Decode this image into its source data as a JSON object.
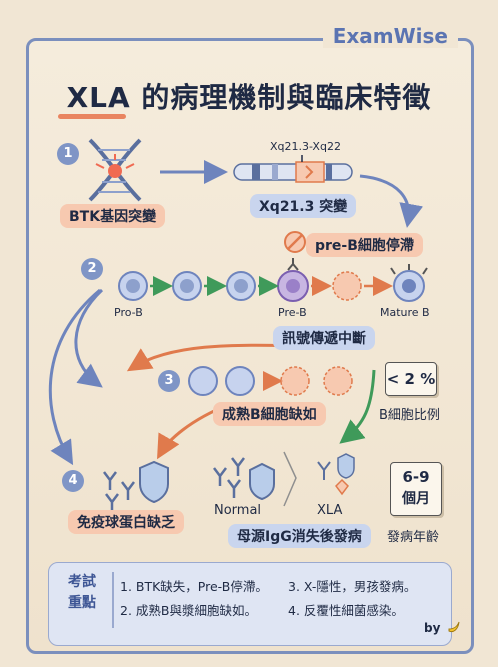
{
  "brand": "ExamWise",
  "title": "XLA 的病理機制與臨床特徵",
  "steps": [
    "1",
    "2",
    "3",
    "4"
  ],
  "step1": {
    "gene_label": "BTK基因突變",
    "locus_label": "Xq21.3-Xq22",
    "mutation_label": "Xq21.3 突變"
  },
  "step2": {
    "block_label": "pre-B細胞停滯",
    "stage_pro": "Pro-B",
    "stage_pre": "Pre-B",
    "stage_mature": "Mature B",
    "signal_label": "訊號傳遞中斷"
  },
  "step3": {
    "deficit_label": "成熟B細胞缺如",
    "ratio_value": "< 2 %",
    "ratio_caption": "B細胞比例"
  },
  "step4": {
    "ig_label": "免疫球蛋白缺乏",
    "normal_label": "Normal",
    "xla_label": "XLA",
    "onset_label": "母源IgG消失後發病",
    "age_value": "6-9",
    "age_unit": "個月",
    "age_caption": "發病年齡"
  },
  "key_points": {
    "label_line1": "考試",
    "label_line2": "重點",
    "items": [
      "1. BTK缺失，Pre-B停滯。",
      "3. X-隱性，男孩發病。",
      "2. 成熟B與漿細胞缺如。",
      "4. 反覆性細菌感染。"
    ]
  },
  "credit": "by",
  "colors": {
    "accent_blue": "#5b74b2",
    "accent_orange": "#e98560",
    "arrow_green": "#3f9a5a",
    "background": "#f1e6d4"
  }
}
